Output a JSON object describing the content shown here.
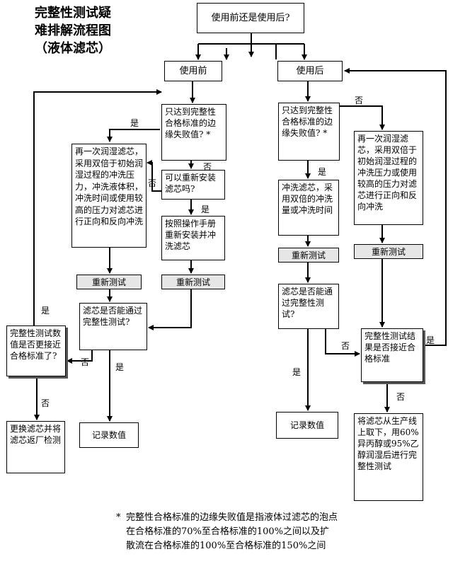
{
  "title": {
    "line1": "完整性测试疑",
    "line2": "难排解流程图",
    "line3": "（液体滤芯）"
  },
  "nodes": {
    "start": "使用前还是使用后?",
    "before": "使用前",
    "after": "使用后",
    "pre_q_margin": "只达到完整性合格标准的边缘失败值? *",
    "pre_rewet": "再一次润湿滤芯，采用双倍于初始润湿过程的冲洗压力，冲洗液体积，冲洗时间或使用较高的压力对滤芯进行正向和反向冲洗",
    "pre_q_reinstall": "可以重新安装滤芯吗?",
    "pre_reinstall": "按照操作手册重新安装并冲洗滤芯",
    "pre_retest_left": "重新测试",
    "pre_retest_right": "重新测试",
    "pre_q_pass": "滤芯是否能通过完整性测试?",
    "pre_q_closer": "完整性测试数值是否更接近合格标准了?",
    "pre_record": "记录数值",
    "pre_replace": "更换滤芯并将滤芯返厂检测",
    "post_q_margin": "只达到完整性合格标准的边缘失败值? *",
    "post_flush": "冲洗滤芯，采用双倍的冲洗量或冲洗时间",
    "post_rewet": "再一次润湿滤芯，采用双倍于初始润湿过程的冲洗压力或使用较高的压力对滤芯进行正向和反向冲洗",
    "post_retest_left": "重新测试",
    "post_retest_right": "重新测试",
    "post_q_pass": "滤芯是否能通过完整性测试?",
    "post_q_close": "完整性测试结果是否接近合格标准",
    "post_record": "记录数值",
    "post_remove": "将滤芯从生产线上取下，用60%异丙醇或95%乙醇润湿后进行完整性测试"
  },
  "labels": {
    "yes": "是",
    "no": "否"
  },
  "footnote": {
    "star": "*",
    "text": "完整性合格标准的边缘失败值是指液体过滤芯的泡点在合格标准的70%至合格标准的100%之间以及扩散流在合格标准的100%至合格标准的150%之间"
  }
}
